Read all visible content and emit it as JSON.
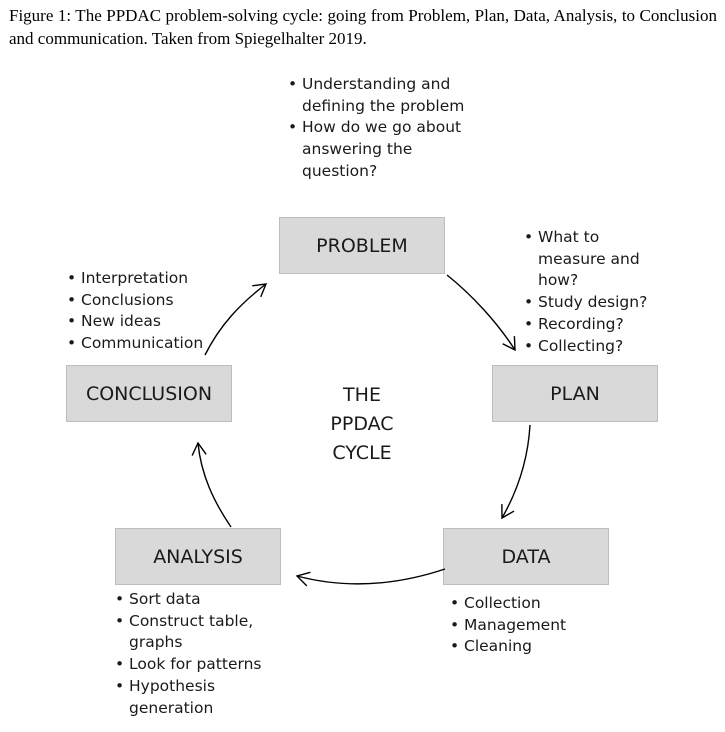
{
  "caption": "Figure 1: The PPDAC problem-solving cycle: going from Problem, Plan, Data, Analysis, to Conclusion and communication. Taken from Spiegelhalter 2019.",
  "diagram": {
    "center": [
      "THE",
      "PPDAC",
      "CYCLE"
    ],
    "nodes": {
      "problem": {
        "label": "PROBLEM",
        "notes": [
          "Understanding and defining the problem",
          "How do we go about answering the question?"
        ]
      },
      "plan": {
        "label": "PLAN",
        "notes": [
          "What to measure and how?",
          "Study design?",
          "Recording?",
          "Collecting?"
        ]
      },
      "data": {
        "label": "DATA",
        "notes": [
          "Collection",
          "Management",
          "Cleaning"
        ]
      },
      "analysis": {
        "label": "ANALYSIS",
        "notes": [
          "Sort data",
          "Construct table, graphs",
          "Look for patterns",
          "Hypothesis generation"
        ]
      },
      "conclusion": {
        "label": "CONCLUSION",
        "notes": [
          "Interpretation",
          "Conclusions",
          "New ideas",
          "Communication"
        ]
      }
    },
    "colors": {
      "box_fill": "#d9d9d9",
      "box_border": "#bdbdbd",
      "arrow": "#000000"
    }
  }
}
